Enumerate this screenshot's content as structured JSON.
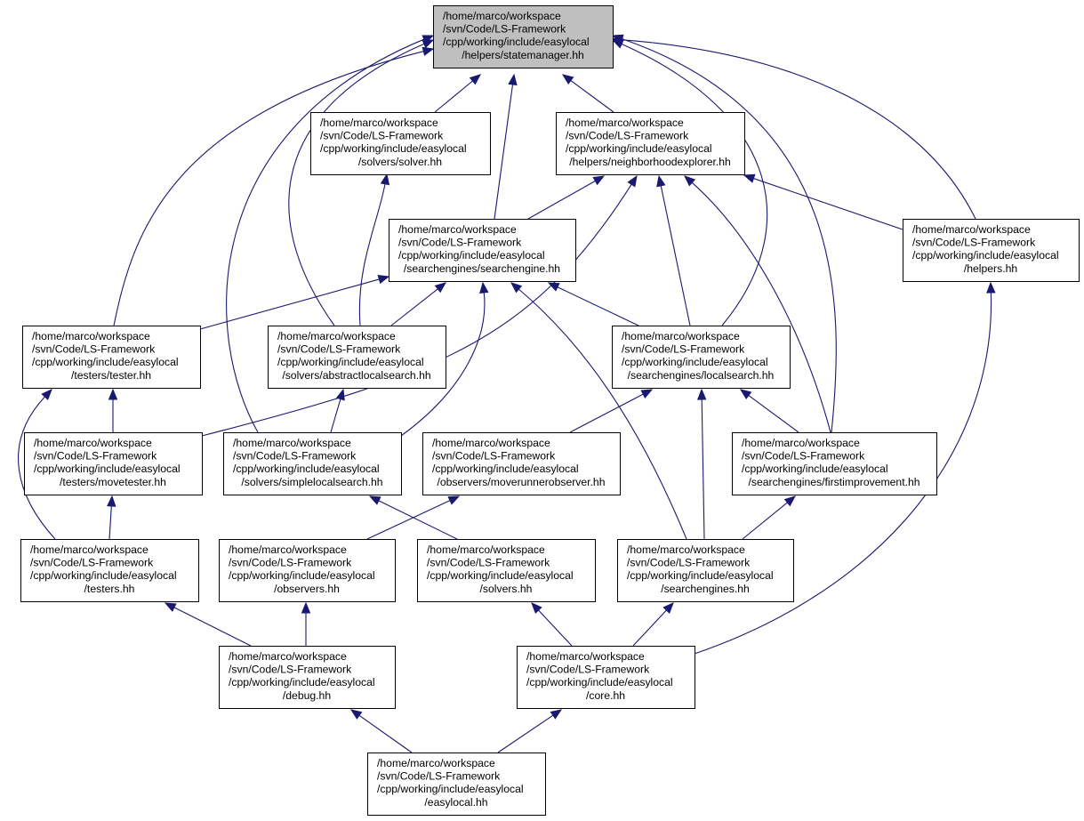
{
  "graph": {
    "nodes": [
      {
        "id": "statemanager",
        "root": true,
        "lines": [
          "/home/marco/workspace",
          "/svn/Code/LS-Framework",
          "/cpp/working/include/easylocal",
          "/helpers/statemanager.hh"
        ]
      },
      {
        "id": "solver",
        "lines": [
          "/home/marco/workspace",
          "/svn/Code/LS-Framework",
          "/cpp/working/include/easylocal",
          "/solvers/solver.hh"
        ]
      },
      {
        "id": "neighborhoodexplorer",
        "lines": [
          "/home/marco/workspace",
          "/svn/Code/LS-Framework",
          "/cpp/working/include/easylocal",
          "/helpers/neighborhoodexplorer.hh"
        ]
      },
      {
        "id": "searchengine",
        "lines": [
          "/home/marco/workspace",
          "/svn/Code/LS-Framework",
          "/cpp/working/include/easylocal",
          "/searchengines/searchengine.hh"
        ]
      },
      {
        "id": "helpers",
        "lines": [
          "/home/marco/workspace",
          "/svn/Code/LS-Framework",
          "/cpp/working/include/easylocal",
          "/helpers.hh"
        ]
      },
      {
        "id": "tester",
        "lines": [
          "/home/marco/workspace",
          "/svn/Code/LS-Framework",
          "/cpp/working/include/easylocal",
          "/testers/tester.hh"
        ]
      },
      {
        "id": "abstractlocalsearch",
        "lines": [
          "/home/marco/workspace",
          "/svn/Code/LS-Framework",
          "/cpp/working/include/easylocal",
          "/solvers/abstractlocalsearch.hh"
        ]
      },
      {
        "id": "localsearch",
        "lines": [
          "/home/marco/workspace",
          "/svn/Code/LS-Framework",
          "/cpp/working/include/easylocal",
          "/searchengines/localsearch.hh"
        ]
      },
      {
        "id": "movetester",
        "lines": [
          "/home/marco/workspace",
          "/svn/Code/LS-Framework",
          "/cpp/working/include/easylocal",
          "/testers/movetester.hh"
        ]
      },
      {
        "id": "simplelocalsearch",
        "lines": [
          "/home/marco/workspace",
          "/svn/Code/LS-Framework",
          "/cpp/working/include/easylocal",
          "/solvers/simplelocalsearch.hh"
        ]
      },
      {
        "id": "moverunnerobserver",
        "lines": [
          "/home/marco/workspace",
          "/svn/Code/LS-Framework",
          "/cpp/working/include/easylocal",
          "/observers/moverunnerobserver.hh"
        ]
      },
      {
        "id": "firstimprovement",
        "lines": [
          "/home/marco/workspace",
          "/svn/Code/LS-Framework",
          "/cpp/working/include/easylocal",
          "/searchengines/firstimprovement.hh"
        ]
      },
      {
        "id": "testers",
        "lines": [
          "/home/marco/workspace",
          "/svn/Code/LS-Framework",
          "/cpp/working/include/easylocal",
          "/testers.hh"
        ]
      },
      {
        "id": "observers",
        "lines": [
          "/home/marco/workspace",
          "/svn/Code/LS-Framework",
          "/cpp/working/include/easylocal",
          "/observers.hh"
        ]
      },
      {
        "id": "solvers",
        "lines": [
          "/home/marco/workspace",
          "/svn/Code/LS-Framework",
          "/cpp/working/include/easylocal",
          "/solvers.hh"
        ]
      },
      {
        "id": "searchengines",
        "lines": [
          "/home/marco/workspace",
          "/svn/Code/LS-Framework",
          "/cpp/working/include/easylocal",
          "/searchengines.hh"
        ]
      },
      {
        "id": "debug",
        "lines": [
          "/home/marco/workspace",
          "/svn/Code/LS-Framework",
          "/cpp/working/include/easylocal",
          "/debug.hh"
        ]
      },
      {
        "id": "core",
        "lines": [
          "/home/marco/workspace",
          "/svn/Code/LS-Framework",
          "/cpp/working/include/easylocal",
          "/core.hh"
        ]
      },
      {
        "id": "easylocal",
        "lines": [
          "/home/marco/workspace",
          "/svn/Code/LS-Framework",
          "/cpp/working/include/easylocal",
          "/easylocal.hh"
        ]
      }
    ],
    "edges": [
      {
        "from": "solver",
        "to": "statemanager"
      },
      {
        "from": "neighborhoodexplorer",
        "to": "statemanager"
      },
      {
        "from": "searchengine",
        "to": "statemanager"
      },
      {
        "from": "helpers",
        "to": "statemanager"
      },
      {
        "from": "tester",
        "to": "statemanager"
      },
      {
        "from": "abstractlocalsearch",
        "to": "statemanager"
      },
      {
        "from": "simplelocalsearch",
        "to": "statemanager"
      },
      {
        "from": "localsearch",
        "to": "statemanager"
      },
      {
        "from": "firstimprovement",
        "to": "statemanager"
      },
      {
        "from": "searchengine",
        "to": "neighborhoodexplorer"
      },
      {
        "from": "helpers",
        "to": "neighborhoodexplorer"
      },
      {
        "from": "movetester",
        "to": "neighborhoodexplorer"
      },
      {
        "from": "localsearch",
        "to": "neighborhoodexplorer"
      },
      {
        "from": "firstimprovement",
        "to": "neighborhoodexplorer"
      },
      {
        "from": "abstractlocalsearch",
        "to": "solver"
      },
      {
        "from": "tester",
        "to": "searchengine"
      },
      {
        "from": "abstractlocalsearch",
        "to": "searchengine"
      },
      {
        "from": "simplelocalsearch",
        "to": "searchengine"
      },
      {
        "from": "localsearch",
        "to": "searchengine"
      },
      {
        "from": "searchengines",
        "to": "searchengine"
      },
      {
        "from": "movetester",
        "to": "tester"
      },
      {
        "from": "testers",
        "to": "tester"
      },
      {
        "from": "simplelocalsearch",
        "to": "abstractlocalsearch"
      },
      {
        "from": "moverunnerobserver",
        "to": "localsearch"
      },
      {
        "from": "firstimprovement",
        "to": "localsearch"
      },
      {
        "from": "searchengines",
        "to": "localsearch"
      },
      {
        "from": "testers",
        "to": "movetester"
      },
      {
        "from": "solvers",
        "to": "simplelocalsearch"
      },
      {
        "from": "observers",
        "to": "moverunnerobserver"
      },
      {
        "from": "searchengines",
        "to": "firstimprovement"
      },
      {
        "from": "debug",
        "to": "testers"
      },
      {
        "from": "debug",
        "to": "observers"
      },
      {
        "from": "core",
        "to": "solvers"
      },
      {
        "from": "core",
        "to": "searchengines"
      },
      {
        "from": "core",
        "to": "helpers"
      },
      {
        "from": "easylocal",
        "to": "debug"
      },
      {
        "from": "easylocal",
        "to": "core"
      }
    ]
  }
}
